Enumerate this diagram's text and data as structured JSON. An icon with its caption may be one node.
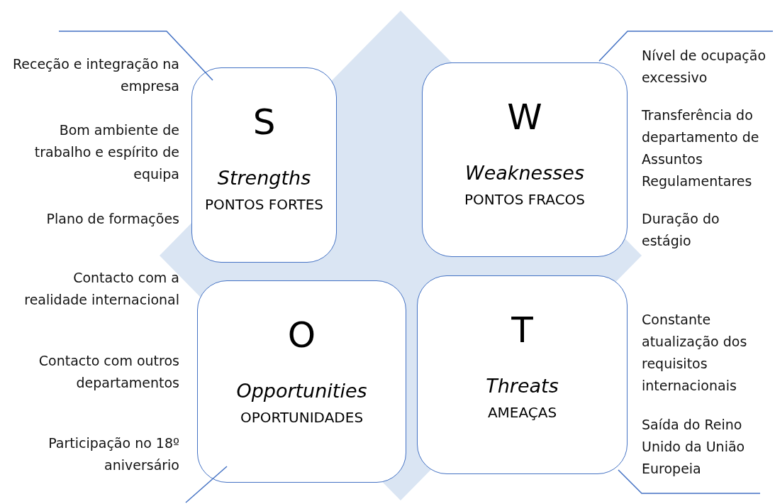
{
  "diagram": {
    "nodes": [
      {
        "text": [
          "S",
          "Strengths",
          "PONTOS FORTES"
        ],
        "beside": [
          "Receção e integração na empresa",
          "Bom ambiente de trabalho e espírito de equipa",
          "Plano de formações"
        ]
      },
      {
        "text": [
          "W",
          "Weaknesses",
          "PONTOS FRACOS"
        ],
        "beside": [
          "Nível de ocupação excessivo",
          "Transferência do departamento de Assuntos Regulamentares",
          "Duração do estágio"
        ]
      },
      {
        "text": [
          "O",
          "Opportunities",
          "OPORTUNIDADES"
        ],
        "beside": [
          "Contacto com a realidade internacional",
          "Contacto com outros departamentos",
          "Participação no 18º aniversário"
        ]
      },
      {
        "text": [
          "T",
          "Threats",
          "AMEAÇAS"
        ],
        "beside": [
          "Constante atualização dos requisitos internacionais",
          "Saída do Reino Unido da União Europeia"
        ]
      }
    ],
    "edges": [
      {
        "from": null,
        "to": 0,
        "arrow": "none"
      },
      {
        "from": null,
        "to": 1,
        "arrow": "none"
      },
      {
        "from": null,
        "to": 2,
        "arrow": "none"
      },
      {
        "from": null,
        "to": 3,
        "arrow": "none"
      }
    ]
  }
}
